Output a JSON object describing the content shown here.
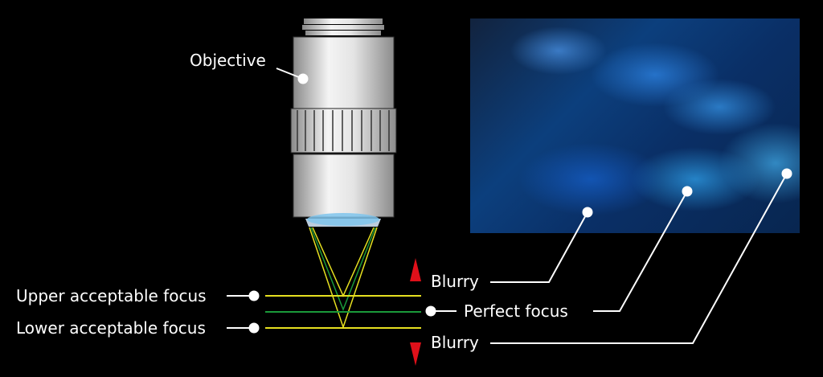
{
  "labels": {
    "objective": "Objective",
    "upper_focus": "Upper acceptable focus",
    "lower_focus": "Lower acceptable focus",
    "blurry_top": "Blurry",
    "perfect_focus": "Perfect focus",
    "blurry_bottom": "Blurry"
  },
  "colors": {
    "acceptable_line": "#e6e020",
    "perfect_line": "#1a9a3a",
    "arrow": "#e0101a"
  }
}
